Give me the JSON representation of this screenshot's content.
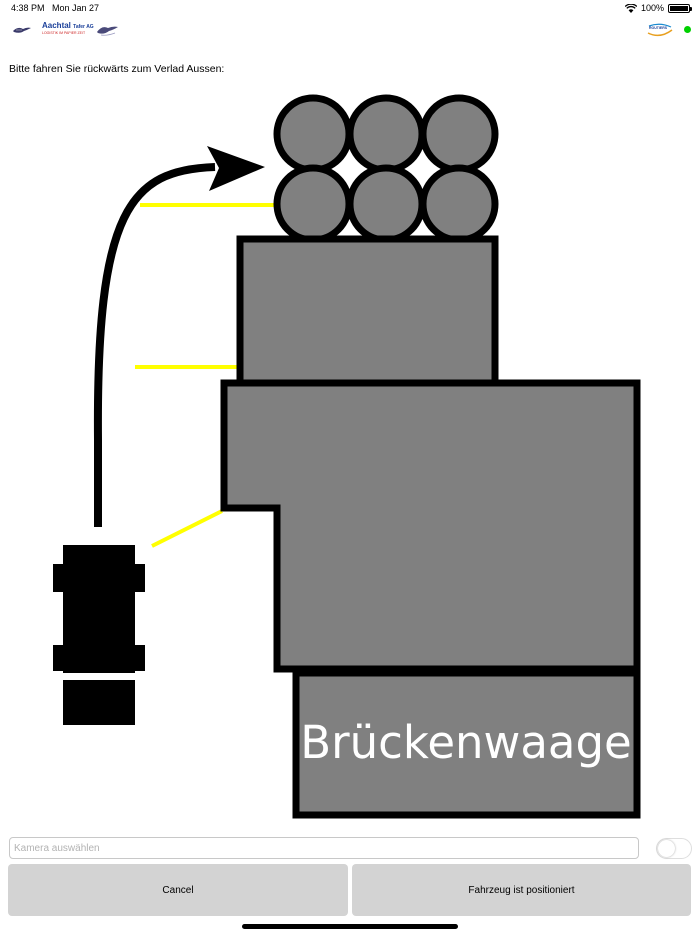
{
  "status_bar": {
    "time": "4:38 PM",
    "date": "Mon Jan 27",
    "battery": "100%",
    "battery_level": 1.0
  },
  "logos": [
    {
      "icon": "bird-logo-icon"
    },
    {
      "main": "Aachtal",
      "suffix": "Tafer AG",
      "tagline": "LOGISTIK IM PAPIER ZEIT"
    },
    {
      "icon": "bird-logo-icon"
    },
    {
      "text": "ROUTIERS",
      "icon": "company-logo-icon"
    }
  ],
  "connection_status": {
    "color": "#00d000"
  },
  "instruction": "Bitte fahren Sie rückwärts zum Verlad Aussen:",
  "diagram": {
    "bridge_label": "Brückenwaage",
    "colors": {
      "block": "#808080",
      "outline": "#000000",
      "guide_line": "#ffff00",
      "label": "#ffffff"
    }
  },
  "camera_select": {
    "placeholder": "Kamera auswählen",
    "value": ""
  },
  "toggle": {
    "on": false
  },
  "buttons": {
    "cancel": "Cancel",
    "confirm": "Fahrzeug ist positioniert"
  }
}
